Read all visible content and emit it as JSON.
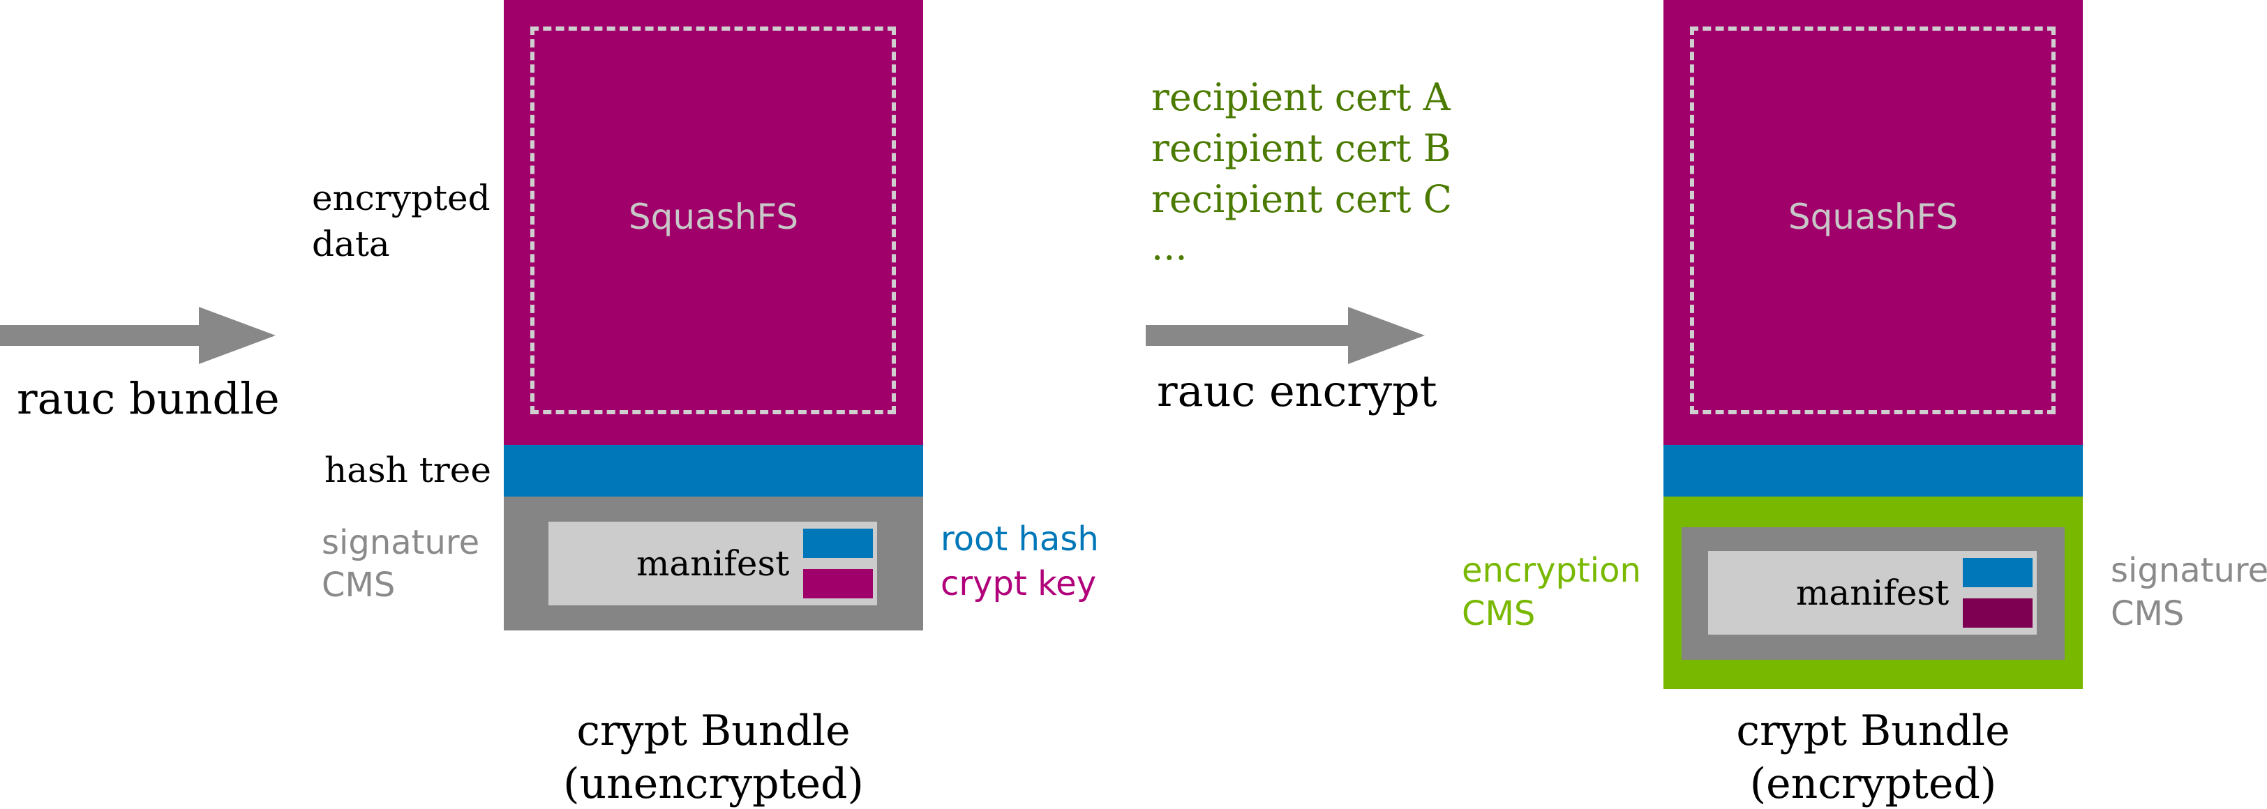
{
  "left": {
    "arrow_label": "rauc bundle",
    "labels": {
      "encrypted_data_line1": "encrypted",
      "encrypted_data_line2": "data",
      "hash_tree": "hash tree",
      "signature_line1": "signature",
      "signature_line2": "CMS"
    },
    "squashfs": "SquashFS",
    "manifest": "manifest",
    "root_hash": "root hash",
    "crypt_key": "crypt key",
    "caption_line1": "crypt Bundle",
    "caption_line2": "(unencrypted)"
  },
  "middle": {
    "recipients": [
      "recipient cert A",
      "recipient cert B",
      "recipient cert C",
      "..."
    ],
    "arrow_label": "rauc encrypt"
  },
  "right": {
    "squashfs": "SquashFS",
    "manifest": "manifest",
    "encryption_line1": "encryption",
    "encryption_line2": "CMS",
    "signature_line1": "signature",
    "signature_line2": "CMS",
    "caption_line1": "crypt Bundle",
    "caption_line2": "(encrypted)"
  },
  "colors": {
    "squashfs": "#a0006a",
    "hash_tree": "#0077b8",
    "signature_cms": "#858585",
    "encryption_cms": "#78b800",
    "manifest": "#cccccc",
    "recipient_text": "#4b7a00",
    "root_hash_text": "#0077b8",
    "crypt_key_text": "#b0007a",
    "gray_text": "#8a8a8a",
    "arrow": "#888888"
  }
}
